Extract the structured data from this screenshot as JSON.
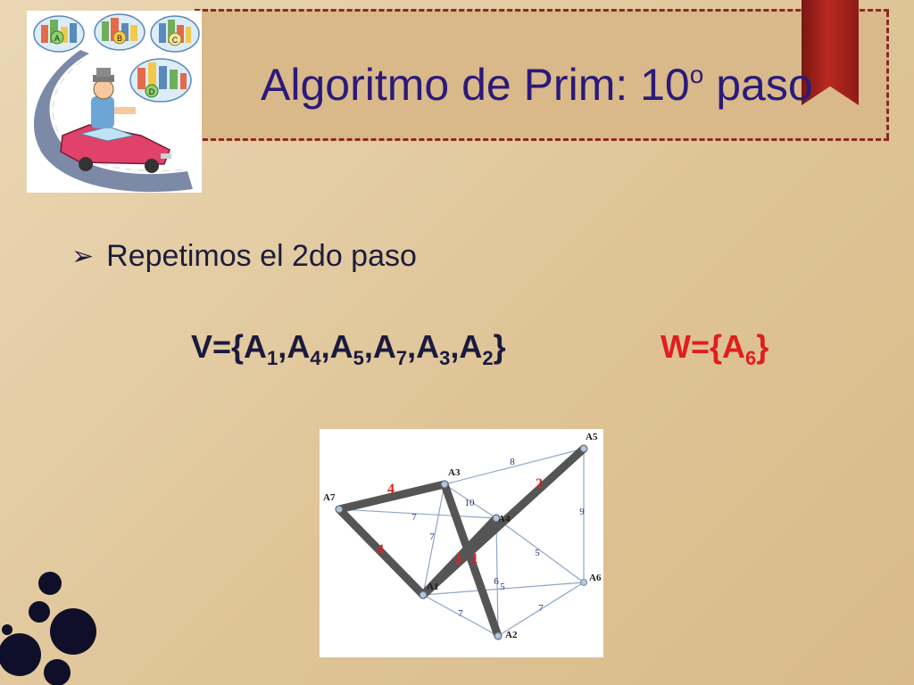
{
  "slide": {
    "title_main": "Algoritmo de Prim: 10",
    "title_super": "o",
    "title_end": " paso",
    "bullet": "Repetimos el 2do paso",
    "setV": {
      "prefix": "V={",
      "items": [
        {
          "label": "A",
          "sub": "1"
        },
        {
          "label": "A",
          "sub": "4"
        },
        {
          "label": "A",
          "sub": "5"
        },
        {
          "label": "A",
          "sub": "7"
        },
        {
          "label": "A",
          "sub": "3"
        },
        {
          "label": "A",
          "sub": "2"
        }
      ],
      "suffix": "}"
    },
    "setW": {
      "prefix": "W={",
      "items": [
        {
          "label": "A",
          "sub": "6"
        }
      ],
      "suffix": "}"
    }
  },
  "colors": {
    "title": "#2b1a7a",
    "setW": "#e01e1e",
    "mst_edge": "#555555",
    "mst_weight": "#e02020",
    "edge": "#8fa6c8",
    "weight": "#2a2a8a"
  },
  "logo_labels": [
    "A",
    "B",
    "C",
    "D"
  ],
  "graph": {
    "nodes": [
      {
        "id": "A1",
        "label": "A1"
      },
      {
        "id": "A2",
        "label": "A2"
      },
      {
        "id": "A3",
        "label": "A3"
      },
      {
        "id": "A4",
        "label": "A4"
      },
      {
        "id": "A5",
        "label": "A5"
      },
      {
        "id": "A6",
        "label": "A6"
      },
      {
        "id": "A7",
        "label": "A7"
      }
    ],
    "edges": [
      {
        "from": "A7",
        "to": "A3",
        "weight": "4",
        "mst": true
      },
      {
        "from": "A7",
        "to": "A1",
        "weight": "4",
        "mst": true
      },
      {
        "from": "A1",
        "to": "A5",
        "weight": "2",
        "mst": true
      },
      {
        "from": "A3",
        "to": "A2",
        "weight": "1",
        "mst": true
      },
      {
        "from": "A1",
        "to": "A4",
        "weight": "1",
        "mst": true
      },
      {
        "from": "A3",
        "to": "A5",
        "weight": "8",
        "mst": false
      },
      {
        "from": "A3",
        "to": "A4",
        "weight": "10",
        "mst": false
      },
      {
        "from": "A7",
        "to": "A4",
        "weight": "7",
        "mst": false
      },
      {
        "from": "A3",
        "to": "A1",
        "weight": "7",
        "mst": false
      },
      {
        "from": "A5",
        "to": "A6",
        "weight": "9",
        "mst": false
      },
      {
        "from": "A4",
        "to": "A6",
        "weight": "5",
        "mst": false
      },
      {
        "from": "A1",
        "to": "A6",
        "weight": "5",
        "mst": false
      },
      {
        "from": "A4",
        "to": "A2",
        "weight": "6",
        "mst": false
      },
      {
        "from": "A1",
        "to": "A2",
        "weight": "7",
        "mst": false
      },
      {
        "from": "A2",
        "to": "A6",
        "weight": "7",
        "mst": false
      }
    ]
  }
}
